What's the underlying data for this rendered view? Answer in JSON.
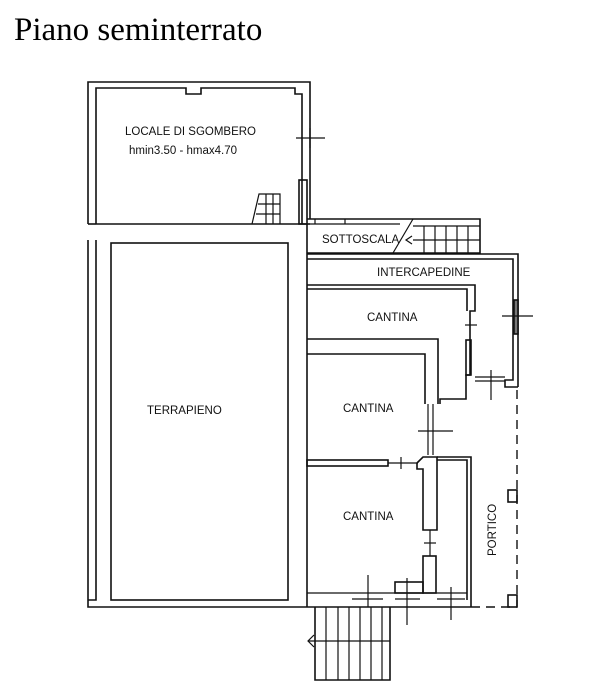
{
  "title": "Piano seminterrato",
  "rooms": {
    "locale_sgombero": "LOCALE DI SGOMBERO",
    "locale_heights": "hmin3.50 - hmax4.70",
    "sottoscala": "SOTTOSCALA",
    "intercapedine": "INTERCAPEDINE",
    "cantina_1": "CANTINA",
    "terrapieno": "TERRAPIENO",
    "cantina_2": "CANTINA",
    "cantina_3": "CANTINA",
    "portico": "PORTICO"
  }
}
